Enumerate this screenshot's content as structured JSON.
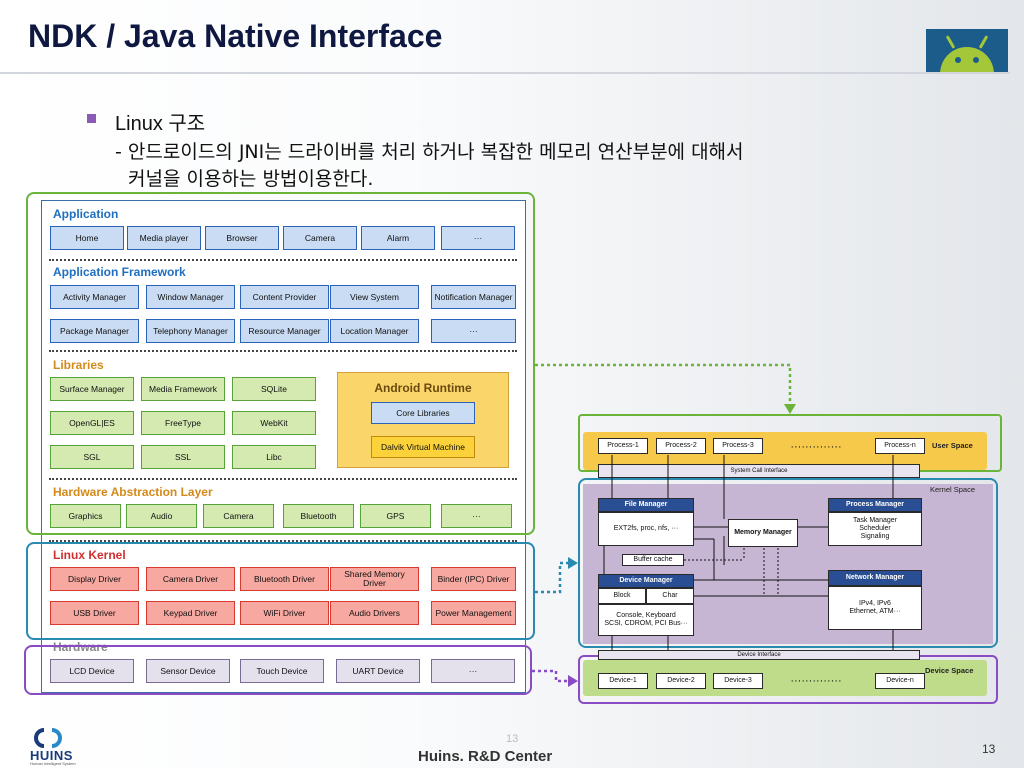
{
  "slide": {
    "title": "NDK / Java Native Interface",
    "bullet_heading": "Linux 구조",
    "bullet_line1": "- 안드로이드의 JNI는 드라이버를 처리 하거나 복잡한 메모리 연산부분에 대해서",
    "bullet_line2": "커널을 이용하는 방법이용한다.",
    "footer": "Huins. R&D Center",
    "page_number": "13",
    "page_number_ghost": "13",
    "logo_text": "HUINS",
    "logo_subtext": "Human Intelligent System"
  },
  "stack": {
    "sections": {
      "application": "Application",
      "framework": "Application Framework",
      "libraries": "Libraries",
      "runtime": "Android Runtime",
      "hal": "Hardware Abstraction Layer",
      "kernel": "Linux Kernel",
      "hardware": "Hardware"
    },
    "application": [
      "Home",
      "Media player",
      "Browser",
      "Camera",
      "Alarm",
      "···"
    ],
    "framework_row1": [
      "Activity Manager",
      "Window Manager",
      "Content Provider",
      "View System",
      "Notification Manager"
    ],
    "framework_row2": [
      "Package Manager",
      "Telephony Manager",
      "Resource Manager",
      "Location Manager",
      "···"
    ],
    "libraries_row1": [
      "Surface Manager",
      "Media Framework",
      "SQLite"
    ],
    "libraries_row2": [
      "OpenGL|ES",
      "FreeType",
      "WebKit"
    ],
    "libraries_row3": [
      "SGL",
      "SSL",
      "Libc"
    ],
    "runtime": [
      "Core Libraries",
      "Dalvik Virtual Machine"
    ],
    "hal": [
      "Graphics",
      "Audio",
      "Camera",
      "Bluetooth",
      "GPS",
      "···"
    ],
    "kernel_row1": [
      "Display Driver",
      "Camera Driver",
      "Bluetooth Driver",
      "Shared Memory Driver",
      "Binder (IPC) Driver"
    ],
    "kernel_row2": [
      "USB Driver",
      "Keypad Driver",
      "WiFi Driver",
      "Audio Drivers",
      "Power Management"
    ],
    "hardware": [
      "LCD Device",
      "Sensor Device",
      "Touch Device",
      "UART Device",
      "···"
    ]
  },
  "kernel_diagram": {
    "processes": [
      "Process-1",
      "Process-2",
      "Process-3",
      "··············",
      "Process-n"
    ],
    "user_space": "User Space",
    "syscall": "System Call Interface",
    "kernel_space": "Kernel Space",
    "file_manager": "File Manager",
    "file_manager_body": "EXT2fs, proc, nfs, ···",
    "process_manager": "Process Manager",
    "process_manager_body": "Task Manager\nScheduler\nSignaling",
    "memory_manager": "Memory Manager",
    "buffer_cache": "Buffer cache",
    "device_manager": "Device Manager",
    "block": "Block",
    "char": "Char",
    "device_manager_body": "Console, Keyboard\nSCSI, CDROM, PCI Bus···",
    "network_manager": "Network Manager",
    "network_manager_body": "IPv4, IPv6\nEthernet, ATM···",
    "device_interface": "Device Interface",
    "device_space": "Device Space",
    "devices": [
      "Device-1",
      "Device-2",
      "Device-3",
      "··············",
      "Device-n"
    ]
  },
  "colors": {
    "title": "#0f1840",
    "bullet": "#8a5ab4",
    "frame_green": "#6ab43a",
    "frame_teal": "#2a8ab0",
    "frame_purple": "#8a4cc4"
  }
}
